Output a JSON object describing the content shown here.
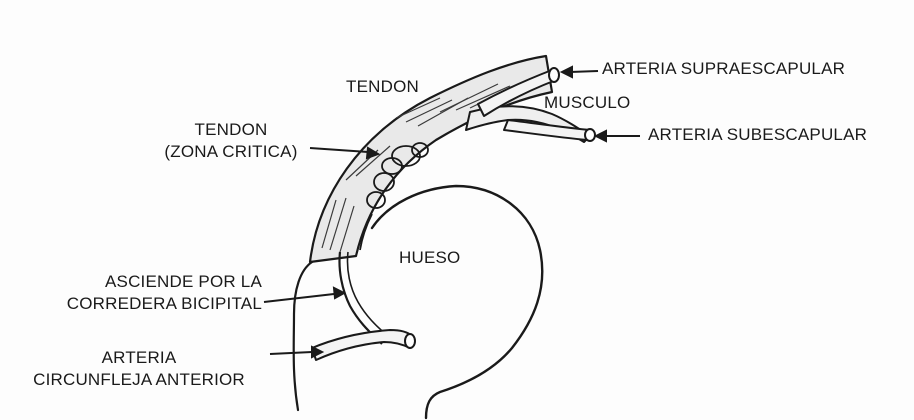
{
  "diagram": {
    "labels": {
      "tendon_top": "TENDON",
      "tendon_critical_line1": "TENDON",
      "tendon_critical_line2": "(ZONA CRITICA)",
      "musculo": "MUSCULO",
      "hueso": "HUESO",
      "arteria_supraescapular": "ARTERIA SUPRAESCAPULAR",
      "arteria_subescapular": "ARTERIA SUBESCAPULAR",
      "asciende_line1": "ASCIENDE POR LA",
      "asciende_line2": "CORREDERA BICIPITAL",
      "circunfleja_line1": "ARTERIA",
      "circunfleja_line2": "CIRCUNFLEJA ANTERIOR"
    },
    "colors": {
      "ink": "#1a1a1a",
      "tendon_fill": "#e9e9e9",
      "vessel_fill": "#f4f4f4",
      "background": "#fdfdfd"
    }
  }
}
